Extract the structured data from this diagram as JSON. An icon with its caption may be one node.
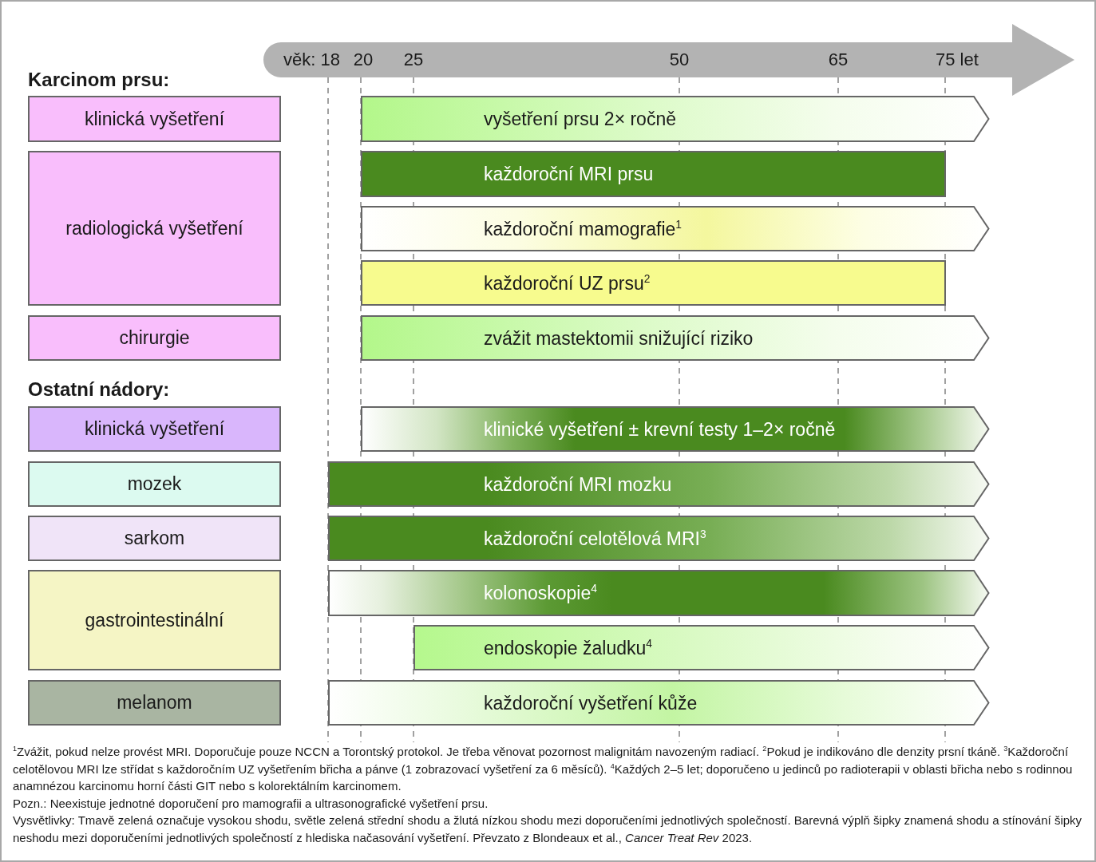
{
  "diagram": {
    "nodes": [
      {
        "text": [
          "klinická vyšetření"
        ]
      },
      {
        "text": [
          "vyšetření prsu 2× ročně"
        ]
      },
      {
        "text": [
          "radiologická vyšetření"
        ]
      },
      {
        "text": [
          "každoroční MRI prsu"
        ]
      },
      {
        "text": [
          "každoroční mamografie$^{1}$"
        ]
      },
      {
        "text": [
          "každoroční UZ prsu$^{2}$"
        ]
      },
      {
        "text": [
          "chirurgie"
        ]
      },
      {
        "text": [
          "zvážit mastektomii snižující riziko"
        ]
      },
      {
        "text": [
          "klinická vyšetření"
        ]
      },
      {
        "text": [
          "klinické vyšetření ± krevní testy 1–2× ročně"
        ]
      },
      {
        "text": [
          "mozek"
        ]
      },
      {
        "text": [
          "každoroční MRI mozku"
        ]
      },
      {
        "text": [
          "sarkom"
        ]
      },
      {
        "text": [
          "každoroční celotělová MRI$^{3}$"
        ]
      },
      {
        "text": [
          "gastrointestinální"
        ]
      },
      {
        "text": [
          "kolonoskopie$^{4}$"
        ]
      },
      {
        "text": [
          "endoskopie žaludku$^{4}$"
        ]
      },
      {
        "text": [
          "melanom"
        ]
      },
      {
        "text": [
          "každoroční vyšetření kůže"
        ]
      }
    ],
    "labels": [
      "věk: 18",
      "20",
      "25",
      "50",
      "65",
      "75 let",
      "Karcinom prsu:",
      "Ostatní nádory:",
      "$^{1}$Zvážit, pokud nelze provést MRI. Doporučuje pouze NCCN a Torontský protokol. Je třeba věnovat pozornost malignitám navozeným radiací. $^{2}$Pokud je indikováno dle denzity prsní tkáně. $^{3}$Každoroční celotělovou MRI lze střídat s každoročním UZ vyšetřením břicha a pánve (1 zobrazovací vyšetření za 6 měsíců). $^{4}$Každých 2–5 let; doporučeno u jedinců po radioterapii v oblasti břicha nebo s rodinnou anamnézou karcinomu horní části GIT nebo s kolorektálním karcinomem.",
      "Pozn.: Neexistuje jednotné doporučení pro mamografii a ultrasonografické vyšetření prsu.",
      "Vysvětlivky: Tmavě zelená označuje vysokou shodu, světle zelená střední shodu a žlutá nízkou shodu mezi doporučeními jednotlivých společností. Barevná výplň šipky znamená shodu a stínování šipky neshodu mezi doporučeními jednotlivých společností z hlediska načasování vyšetření. Převzato z Blondeaux et al., *Cancer Treat Rev* 2023."
    ]
  }
}
